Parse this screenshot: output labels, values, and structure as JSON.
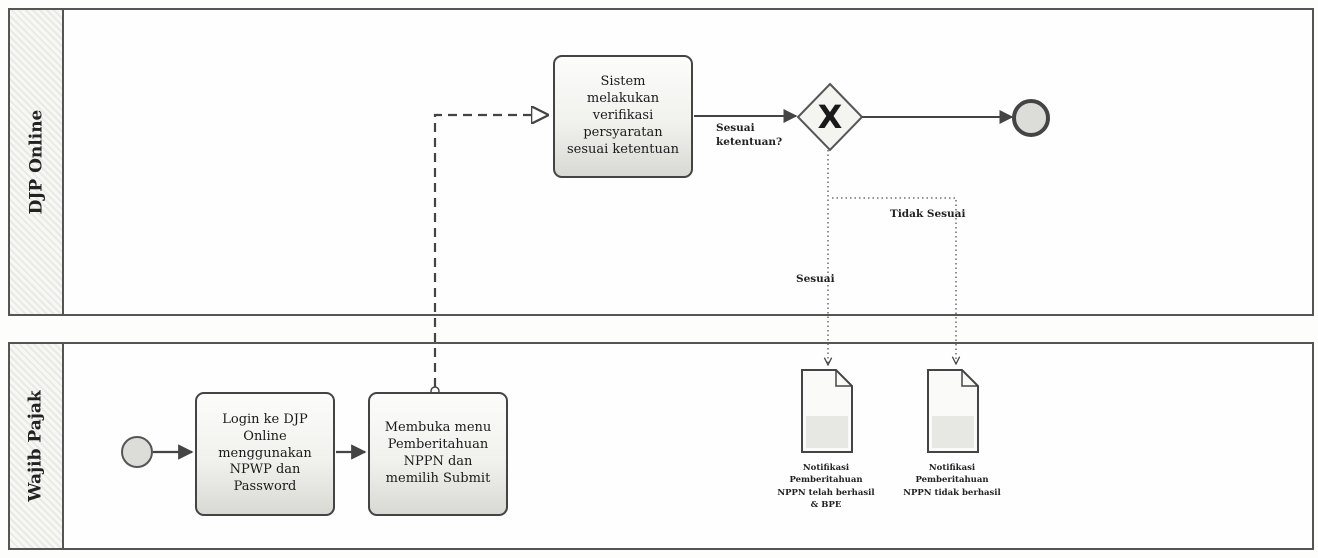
{
  "lanes": {
    "top": {
      "title": "DJP Online"
    },
    "bottom": {
      "title": "Wajib Pajak"
    }
  },
  "tasks": {
    "login": "Login ke DJP Online menggunakan NPWP dan Password",
    "open_menu": "Membuka menu Pemberitahuan NPPN dan memilih Submit",
    "verify": "Sistem melakukan verifikasi persyaratan sesuai ketentuan"
  },
  "gateway": {
    "symbol": "X",
    "question": "Sesuai ketentuan?"
  },
  "flow_labels": {
    "sesuai": "Sesuai",
    "tidak_sesuai": "Tidak Sesuai"
  },
  "documents": {
    "doc1": "Notifikasi Pemberitahuan NPPN telah berhasil & BPE",
    "doc2": "Notifikasi Pemberitahuan NPPN tidak berhasil"
  },
  "colors": {
    "stroke": "#444444",
    "lane_header": "#e9e9e6",
    "event_fill": "#dcdcd8"
  }
}
